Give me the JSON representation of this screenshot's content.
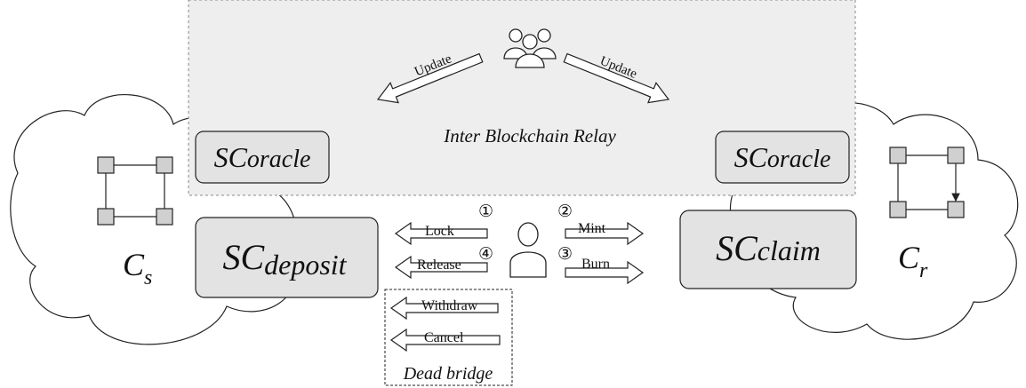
{
  "relay": {
    "label": "Inter Blockchain Relay",
    "update_left": "Update",
    "update_right": "Update",
    "users_icon": "users-group-icon"
  },
  "chain_source": {
    "label_main": "C",
    "label_sub": "s",
    "oracle": {
      "main": "SC",
      "sub": "oracle"
    },
    "deposit": {
      "main": "SC",
      "sub": "deposit"
    }
  },
  "chain_target": {
    "label_main": "C",
    "label_sub": "r",
    "oracle": {
      "main": "SC",
      "sub": "oracle"
    },
    "claim": {
      "main": "SC",
      "sub": "claim"
    }
  },
  "actions": {
    "lock": {
      "label": "Lock",
      "step": "①"
    },
    "release": {
      "label": "Release",
      "step": "④"
    },
    "mint": {
      "label": "Mint",
      "step": "②"
    },
    "burn": {
      "label": "Burn",
      "step": "③"
    },
    "user_icon": "user-icon"
  },
  "dead_bridge": {
    "title": "Dead bridge",
    "withdraw": "Withdraw",
    "cancel": "Cancel"
  },
  "colors": {
    "panel_fill": "#eeeeee",
    "box_fill": "#e3e3e3",
    "node_fill": "#d0d0d0",
    "stroke": "#222222"
  }
}
